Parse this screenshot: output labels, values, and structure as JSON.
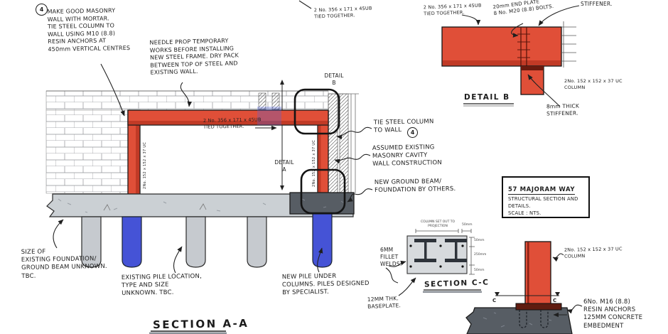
{
  "colors": {
    "steel_red": "#e04f38",
    "steel_red_dark": "#c13a26",
    "pile_blue": "#4553d6",
    "pile_gray": "#c6cacf",
    "ground_beam_gray": "#cbd0d4",
    "foundation_dark": "#575d64",
    "ink": "#1f1f1f"
  },
  "markers": {
    "note4": "4",
    "tie4": "4",
    "c_left": "C",
    "c_right": "C"
  },
  "titles": {
    "section_aa": "SECTION A-A",
    "section_cc": "SECTION C-C",
    "detail_b": "DETAIL B",
    "detail_b_callout": "DETAIL\nB",
    "detail_a_callout": "DETAIL\nA"
  },
  "title_block": {
    "line1": "57 MAJORAM WAY",
    "line2": "STRUCTURAL SECTION AND",
    "line3": "DETAILS.",
    "line4": "SCALE : NTS."
  },
  "annotations": {
    "make_good": "MAKE GOOD MASONRY\nWALL WITH MORTAR.\nTIE STEEL COLUMN TO\nWALL USING M10 (8.8)\nRESIN ANCHORS AT\n450mm VERTICAL CENTRES",
    "needle_prop": "NEEDLE PROP TEMPORARY\nWORKS BEFORE INSTALLING\nNEW STEEL FRAME. DRY PACK\nBETWEEN TOP OF STEEL AND\nEXISTING WALL.",
    "beam_label_1": "2 No. 356 x 171 x 45UB\nTIED TOGETHER.",
    "beam_label_2": "2 No. 356 x 171 x 45UB\nTIED TOGETHER.",
    "beam_label_3": "2 No. 356 x 171 x 45UB\nTIED TOGETHER.",
    "end_plate": "20mm END PLATE\n8 No. M20 (8.8) BOLTS.",
    "stiffener_top": "STIFFENER.",
    "detail_b_column": "2No. 152 x 152 x 37 UC\nCOLUMN",
    "stiffener_8mm": "8mm THICK\nSTIFFENER.",
    "tie_column": "TIE STEEL COLUMN\nTO WALL",
    "assumed_wall": "ASSUMED EXISTING\nMASONRY CAVITY\nWALL CONSTRUCTION",
    "new_ground_beam": "NEW GROUND BEAM/\nFOUNDATION BY OTHERS.",
    "size_foundation": "SIZE OF\nEXISTING FOUNDATION/\nGROUND BEAM UNKNOWN.\nTBC.",
    "existing_pile": "EXISTING PILE LOCATION,\nTYPE AND SIZE\nUNKNOWN. TBC.",
    "new_pile": "NEW PILE UNDER\nCOLUMNS. PILES DESIGNED\nBY SPECIALIST.",
    "fillet_welds": "6MM\nFILLET\nWELDS.",
    "baseplate": "12MM THK.\nBASEPLATE.",
    "uc_column_right": "2No. 152 x 152 x 37 UC\nCOLUMN",
    "resin_anchors": "6No. M16 (8.8)\nRESIN ANCHORS\n125MM CONCRETE\nEMBEDMENT",
    "column_vertical_left": "2No. 152 x 152 x 37 UC",
    "column_vertical_right": "2No. 152 x 152 x 37 UC"
  },
  "dims": {
    "cc_top": "COLUMN SET OUT TO\nPROJECTION",
    "cc_top_right": "50mm",
    "cc_right": [
      "50mm",
      "250mm",
      "50mm"
    ]
  }
}
